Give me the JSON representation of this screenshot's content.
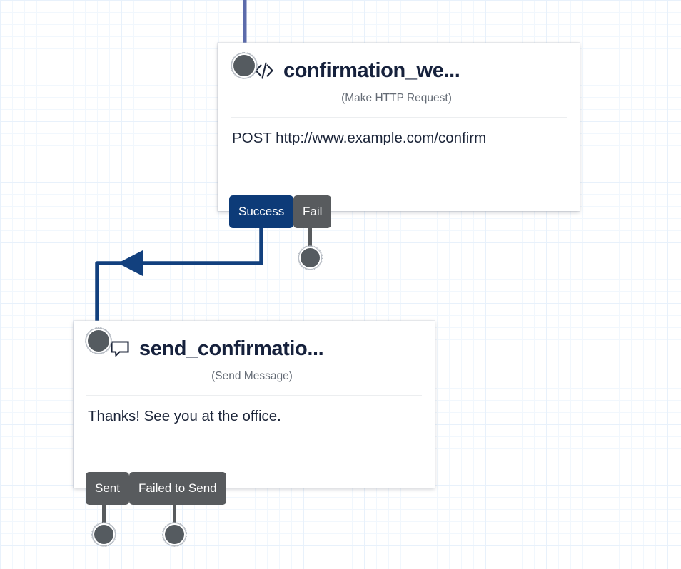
{
  "canvas": {
    "grid_color": "#e8f1fb",
    "background": "#ffffff"
  },
  "theme": {
    "success_color": "#0d3b78",
    "neutral_color": "#585b5e",
    "edge_color": "#0d3b78",
    "incoming_edge_color": "#5c6bab",
    "title_color": "#16213c",
    "subtitle_color": "#646b75"
  },
  "nodes": [
    {
      "id": "confirmation-webhook",
      "title": "confirmation_we...",
      "subtitle": "(Make HTTP Request)",
      "body": "POST http://www.example.com/confirm",
      "icon": "code-icon",
      "ports": [
        {
          "label": "Success",
          "style": "success"
        },
        {
          "label": "Fail",
          "style": "neutral"
        }
      ]
    },
    {
      "id": "send-confirmation",
      "title": "send_confirmatio...",
      "subtitle": "(Send Message)",
      "body": "Thanks! See you at the office.",
      "icon": "message-bubble-icon",
      "ports": [
        {
          "label": "Sent",
          "style": "neutral"
        },
        {
          "label": "Failed to Send",
          "style": "neutral"
        }
      ]
    }
  ]
}
